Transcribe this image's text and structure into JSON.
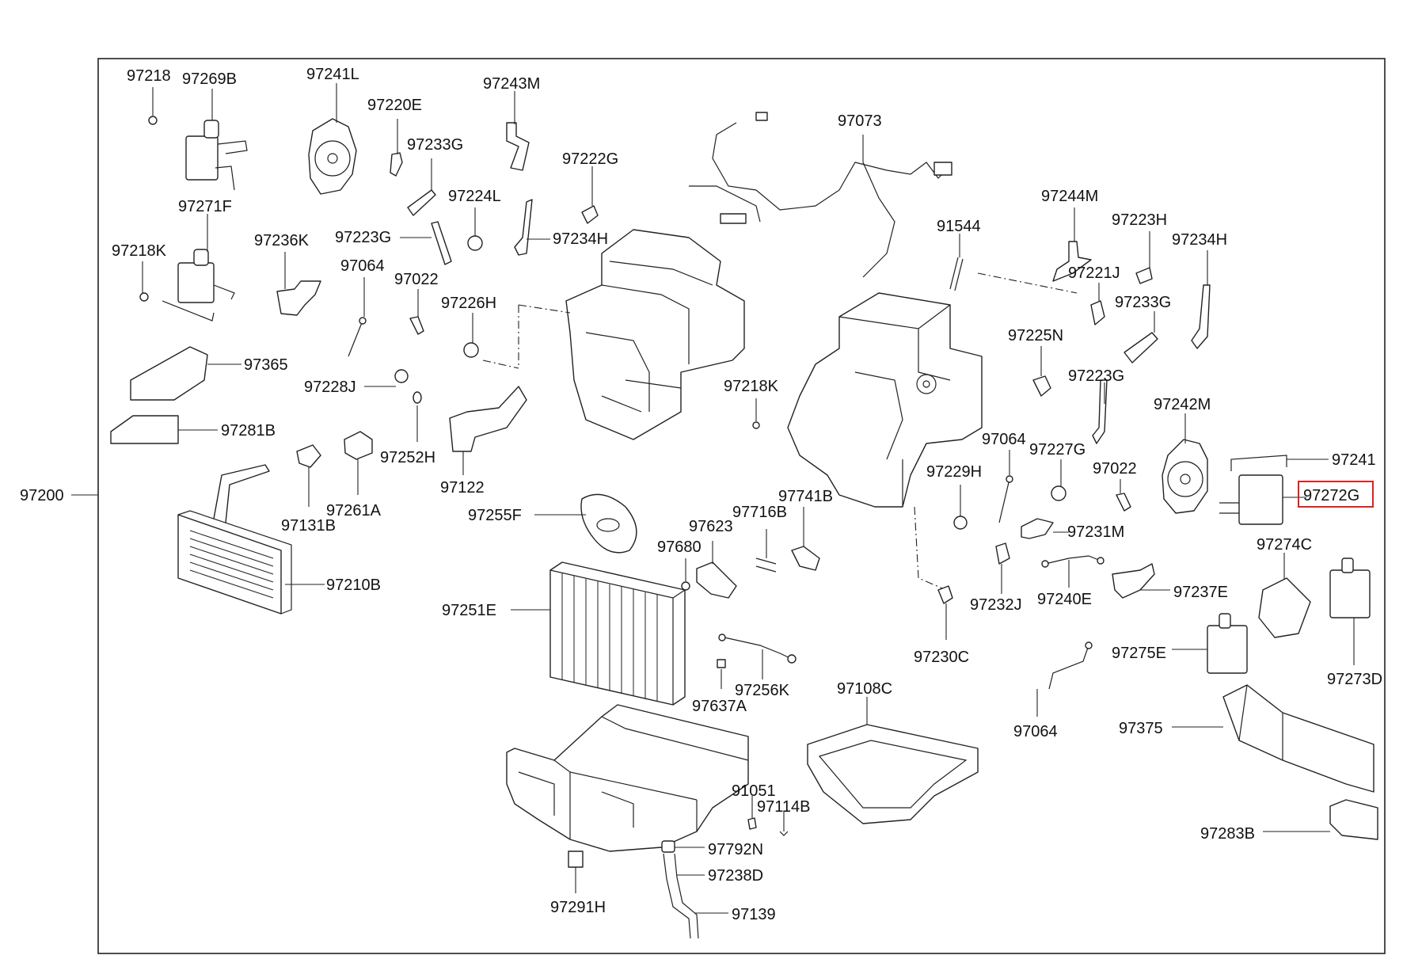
{
  "diagram": {
    "assembly_label": "97200",
    "highlight_color": "#dd2222",
    "highlighted_part": "97272G",
    "callouts": [
      {
        "id": "97218"
      },
      {
        "id": "97269B"
      },
      {
        "id": "97241L"
      },
      {
        "id": "97220E"
      },
      {
        "id": "97243M"
      },
      {
        "id": "97233G"
      },
      {
        "id": "97222G"
      },
      {
        "id": "97073"
      },
      {
        "id": "97224L"
      },
      {
        "id": "97271F"
      },
      {
        "id": "97236K"
      },
      {
        "id": "97223G"
      },
      {
        "id": "97234H"
      },
      {
        "id": "97218K"
      },
      {
        "id": "97064"
      },
      {
        "id": "97022"
      },
      {
        "id": "97226H"
      },
      {
        "id": "97365"
      },
      {
        "id": "97228J"
      },
      {
        "id": "97281B"
      },
      {
        "id": "97252H"
      },
      {
        "id": "97122"
      },
      {
        "id": "97131B"
      },
      {
        "id": "97261A"
      },
      {
        "id": "97255F"
      },
      {
        "id": "97210B"
      },
      {
        "id": "97251E"
      },
      {
        "id": "97680"
      },
      {
        "id": "97623"
      },
      {
        "id": "97716B"
      },
      {
        "id": "97741B"
      },
      {
        "id": "97218K"
      },
      {
        "id": "97256K"
      },
      {
        "id": "97637A"
      },
      {
        "id": "97108C"
      },
      {
        "id": "91051"
      },
      {
        "id": "97114B"
      },
      {
        "id": "97792N"
      },
      {
        "id": "97238D"
      },
      {
        "id": "97291H"
      },
      {
        "id": "97139"
      },
      {
        "id": "91544"
      },
      {
        "id": "97244M"
      },
      {
        "id": "97223H"
      },
      {
        "id": "97234H"
      },
      {
        "id": "97221J"
      },
      {
        "id": "97233G"
      },
      {
        "id": "97225N"
      },
      {
        "id": "97223G"
      },
      {
        "id": "97242M"
      },
      {
        "id": "97064"
      },
      {
        "id": "97227G"
      },
      {
        "id": "97022"
      },
      {
        "id": "97241"
      },
      {
        "id": "97272G"
      },
      {
        "id": "97229H"
      },
      {
        "id": "97231M"
      },
      {
        "id": "97274C"
      },
      {
        "id": "97232J"
      },
      {
        "id": "97240E"
      },
      {
        "id": "97237E"
      },
      {
        "id": "97230C"
      },
      {
        "id": "97275E"
      },
      {
        "id": "97273D"
      },
      {
        "id": "97064"
      },
      {
        "id": "97375"
      },
      {
        "id": "97283B"
      }
    ]
  }
}
